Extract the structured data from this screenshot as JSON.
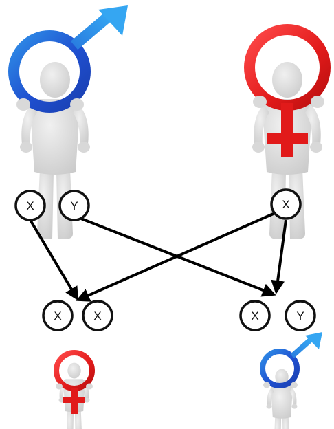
{
  "colors": {
    "male": "#1f4fcf",
    "male_light": "#2f8fe8",
    "female": "#e11a1a",
    "female_light": "#ff5555",
    "figure": "#dedede",
    "figure_shadow": "#b8b8b8",
    "circle_stroke": "#111111",
    "arrow": "#000000"
  },
  "icons": {
    "father": "male-symbol-figure-icon",
    "mother": "female-symbol-figure-icon",
    "daughter": "female-symbol-figure-icon",
    "son": "male-symbol-figure-icon"
  },
  "chromosomes": {
    "father_x": "X",
    "father_y": "Y",
    "mother_x": "X",
    "daughter_x1": "X",
    "daughter_x2": "X",
    "son_x": "X",
    "son_y": "Y"
  }
}
